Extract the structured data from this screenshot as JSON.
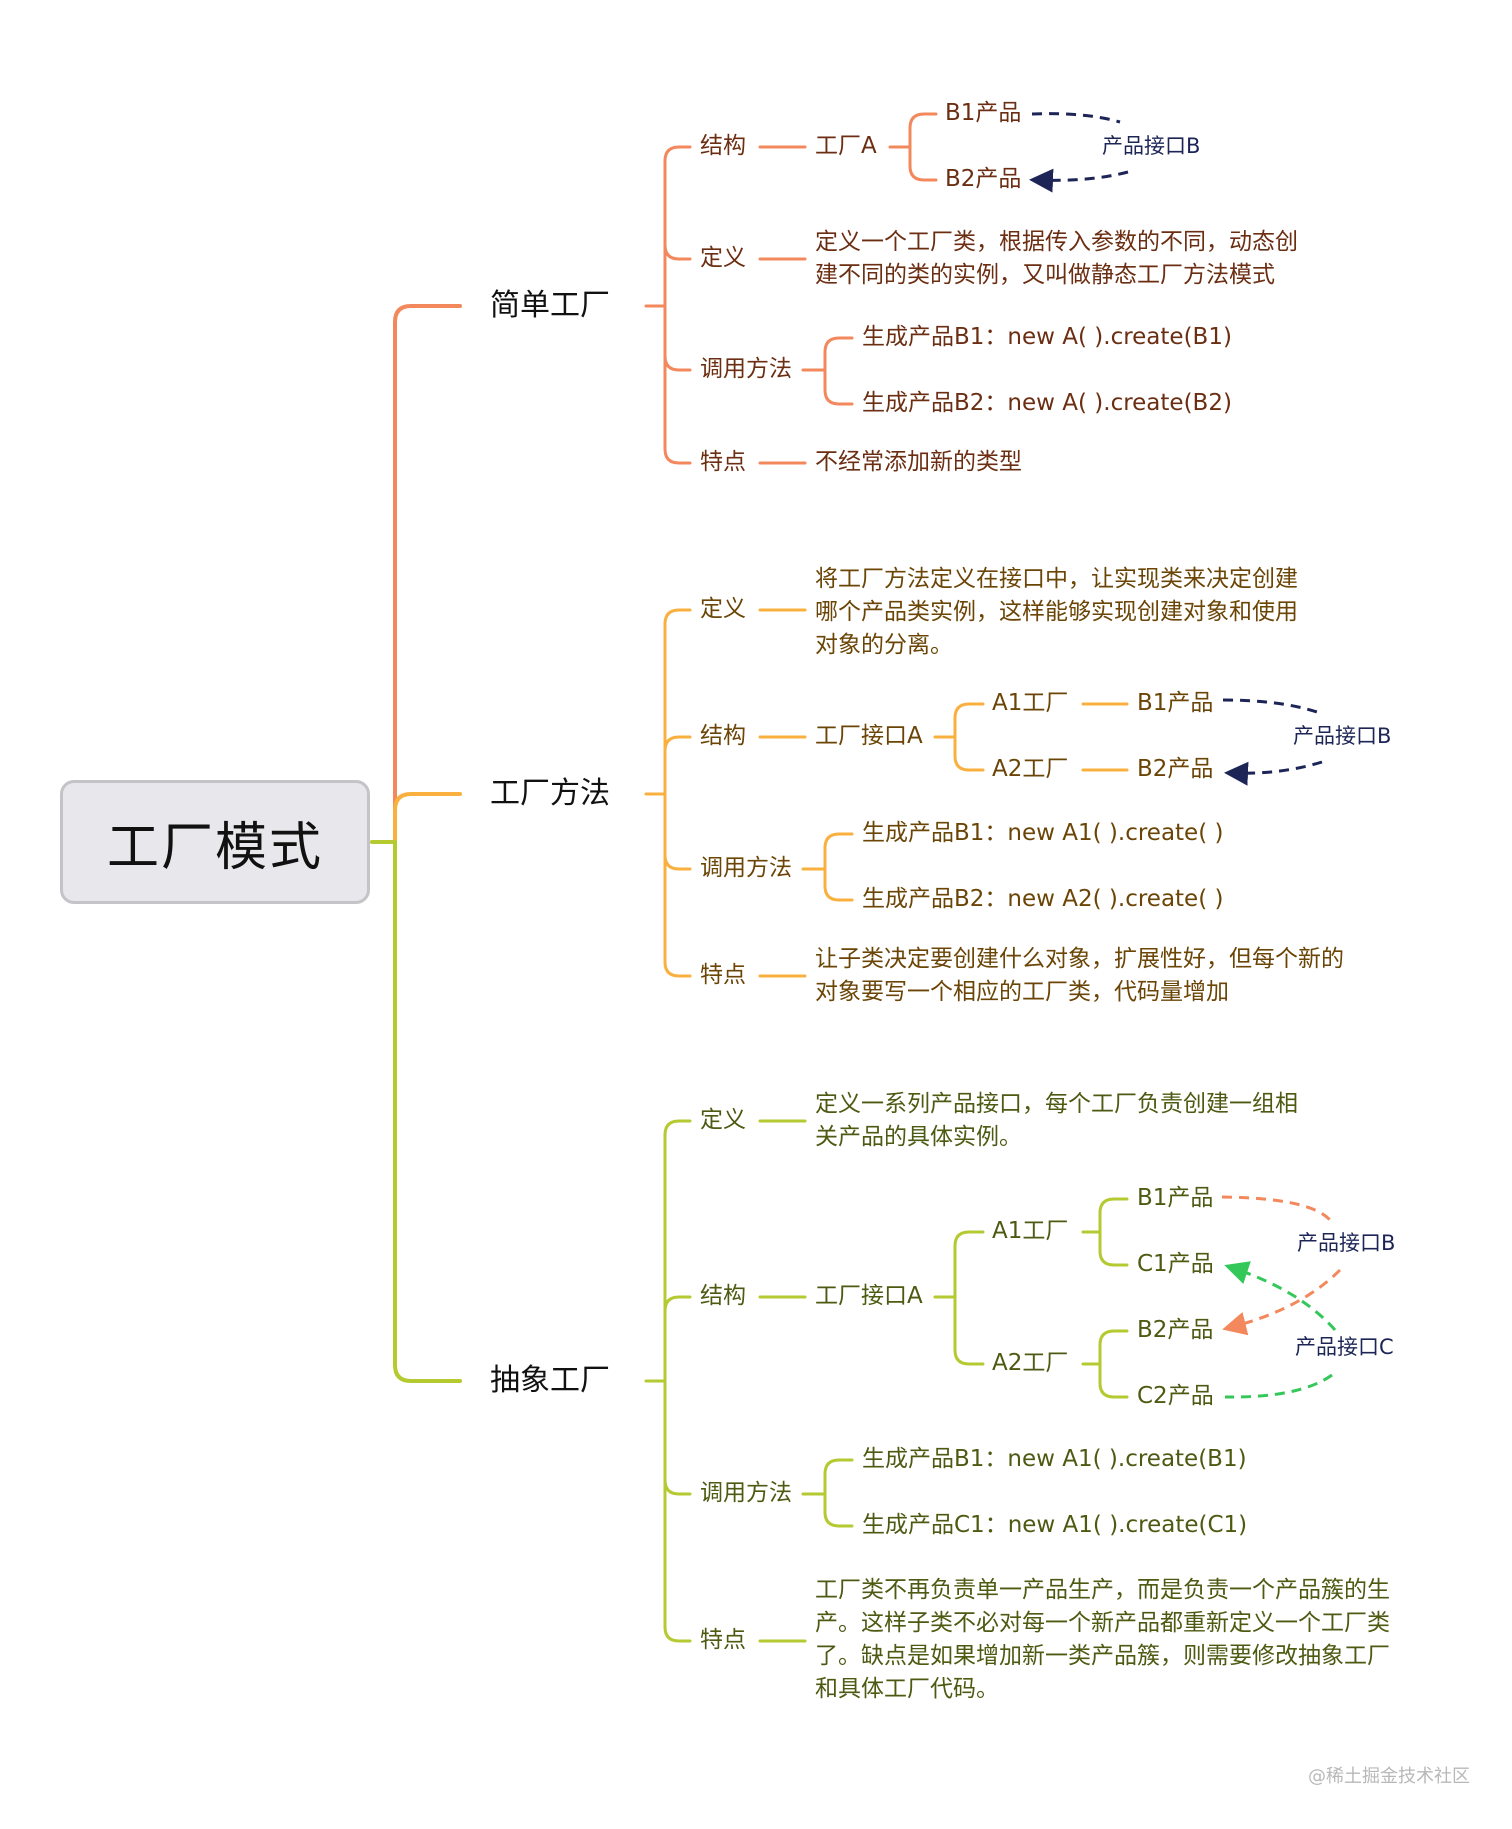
{
  "root": {
    "label": "工厂模式"
  },
  "colors": {
    "simple": "#f2885b",
    "simple_text": "#6b2e12",
    "method": "#f9b03f",
    "method_text": "#6b4506",
    "abstract": "#b5c930",
    "abstract_text": "#4d5a12",
    "interface_arrow_dark": "#1d2557",
    "interface_arrow_green": "#34c759"
  },
  "branches": {
    "simple": {
      "title": "简单工厂",
      "structure": {
        "label": "结构",
        "factory": "工厂A",
        "products": [
          "B1产品",
          "B2产品"
        ],
        "interface": "产品接口B"
      },
      "definition": {
        "label": "定义",
        "lines": [
          "定义一个工厂类，根据传入参数的不同，动态创",
          "建不同的类的实例，又叫做静态工厂方法模式"
        ]
      },
      "usage": {
        "label": "调用方法",
        "items": [
          "生成产品B1：new A( ).create(B1)",
          "生成产品B2：new A( ).create(B2)"
        ]
      },
      "feature": {
        "label": "特点",
        "text": "不经常添加新的类型"
      }
    },
    "method": {
      "title": "工厂方法",
      "definition": {
        "label": "定义",
        "lines": [
          "将工厂方法定义在接口中，让实现类来决定创建",
          "哪个产品类实例，这样能够实现创建对象和使用",
          "对象的分离。"
        ]
      },
      "structure": {
        "label": "结构",
        "factory": "工厂接口A",
        "factories": [
          "A1工厂",
          "A2工厂"
        ],
        "products": [
          "B1产品",
          "B2产品"
        ],
        "interface": "产品接口B"
      },
      "usage": {
        "label": "调用方法",
        "items": [
          "生成产品B1：new A1( ).create( )",
          "生成产品B2：new A2( ).create( )"
        ]
      },
      "feature": {
        "label": "特点",
        "lines": [
          "让子类决定要创建什么对象，扩展性好，但每个新的",
          "对象要写一个相应的工厂类，代码量增加"
        ]
      }
    },
    "abstract": {
      "title": "抽象工厂",
      "definition": {
        "label": "定义",
        "lines": [
          "定义一系列产品接口，每个工厂负责创建一组相",
          "关产品的具体实例。"
        ]
      },
      "structure": {
        "label": "结构",
        "factory": "工厂接口A",
        "factories": [
          "A1工厂",
          "A2工厂"
        ],
        "a1_products": [
          "B1产品",
          "C1产品"
        ],
        "a2_products": [
          "B2产品",
          "C2产品"
        ],
        "interfaces": [
          "产品接口B",
          "产品接口C"
        ]
      },
      "usage": {
        "label": "调用方法",
        "items": [
          "生成产品B1：new A1( ).create(B1)",
          "生成产品C1：new A1( ).create(C1)"
        ]
      },
      "feature": {
        "label": "特点",
        "lines": [
          "工厂类不再负责单一产品生产，而是负责一个产品簇的生",
          "产。这样子类不必对每一个新产品都重新定义一个工厂类",
          "了。缺点是如果增加新一类产品簇，则需要修改抽象工厂",
          "和具体工厂代码。"
        ]
      }
    }
  },
  "watermark": "@稀土掘金技术社区"
}
